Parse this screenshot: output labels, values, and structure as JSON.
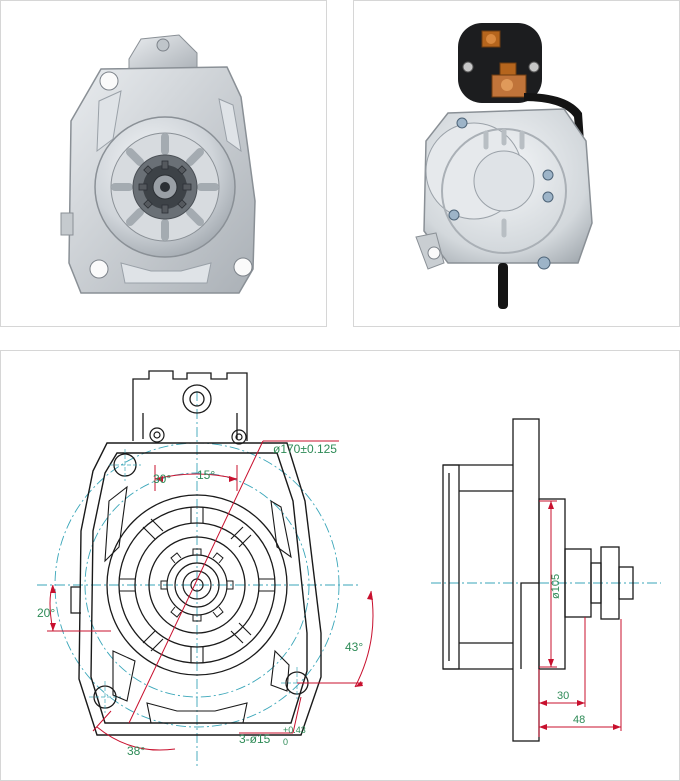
{
  "drawing": {
    "front": {
      "flange_diameter": "ø170±0.125",
      "angle_30": "30°",
      "angle_15": "15°",
      "angle_20": "20°",
      "angle_43": "43°",
      "angle_38": "38°",
      "holes_prefix": "3-ø15",
      "holes_tol_upper": "+0.43",
      "holes_tol_lower": "0"
    },
    "side": {
      "pilot_diameter": "ø105",
      "dim_30": "30",
      "dim_48": "48"
    }
  },
  "colors": {
    "outline": "#1a1a1a",
    "centerline": "#3aa6b9",
    "dimension_line": "#c8102e",
    "dimension_text": "#2e8b57",
    "panel_border": "#d6d6d6"
  }
}
